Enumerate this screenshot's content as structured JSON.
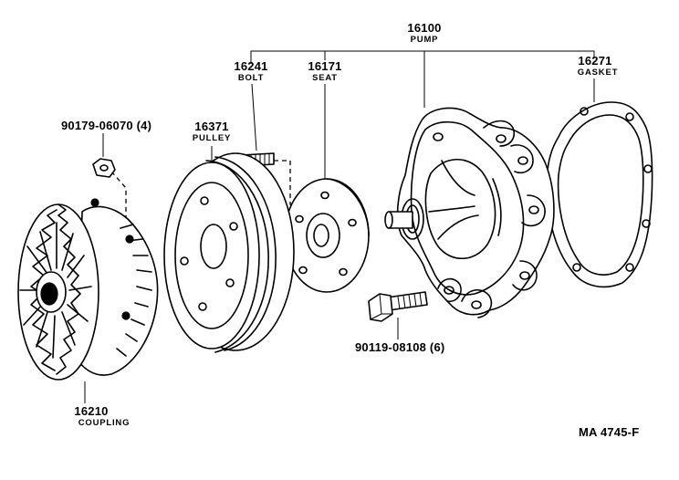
{
  "parts": {
    "pump": {
      "number": "16100",
      "name": "PUMP"
    },
    "bolt": {
      "number": "16241",
      "name": "BOLT"
    },
    "seat": {
      "number": "16171",
      "name": "SEAT"
    },
    "gasket": {
      "number": "16271",
      "name": "GASKET"
    },
    "nut": {
      "number": "90179-06070 (4)"
    },
    "pulley": {
      "number": "16371",
      "name": "PULLEY"
    },
    "flange_bolt": {
      "number": "90119-08108 (6)"
    },
    "coupling": {
      "number": "16210",
      "name": "COUPLING"
    }
  },
  "drawing_code": "MA 4745-F"
}
